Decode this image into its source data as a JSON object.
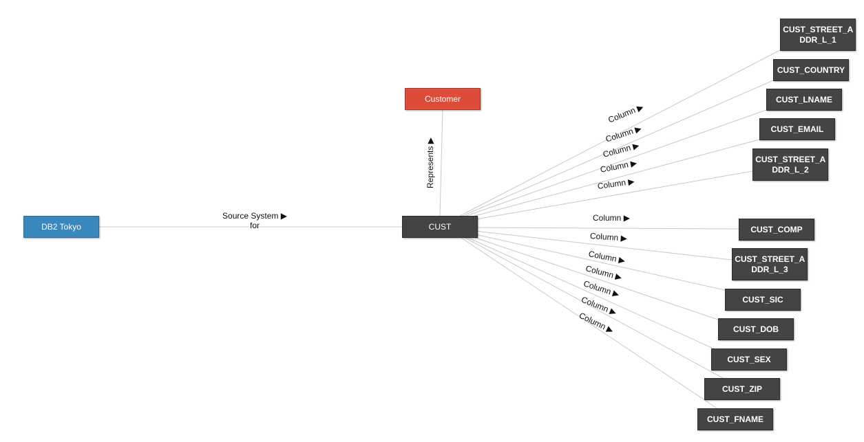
{
  "nodes": {
    "source": "DB2 Tokyo",
    "table": "CUST",
    "entity": "Customer",
    "columns_top": [
      "CUST_STREET_A DDR_L_1",
      "CUST_COUNTRY",
      "CUST_LNAME",
      "CUST_EMAIL",
      "CUST_STREET_A DDR_L_2"
    ],
    "columns_bottom": [
      "CUST_COMP",
      "CUST_STREET_A DDR_L_3",
      "CUST_SIC",
      "CUST_DOB",
      "CUST_SEX",
      "CUST_ZIP",
      "CUST_FNAME"
    ]
  },
  "edges": {
    "source_system_line1": "Source System ▶",
    "source_system_line2": "for",
    "represents": "Represents",
    "column": "Column",
    "column_arrow": "▶"
  },
  "colors": {
    "source_node": "#3a87bd",
    "entity_node": "#dd4b39",
    "table_node": "#444444",
    "edge": "#c8c8c8"
  }
}
